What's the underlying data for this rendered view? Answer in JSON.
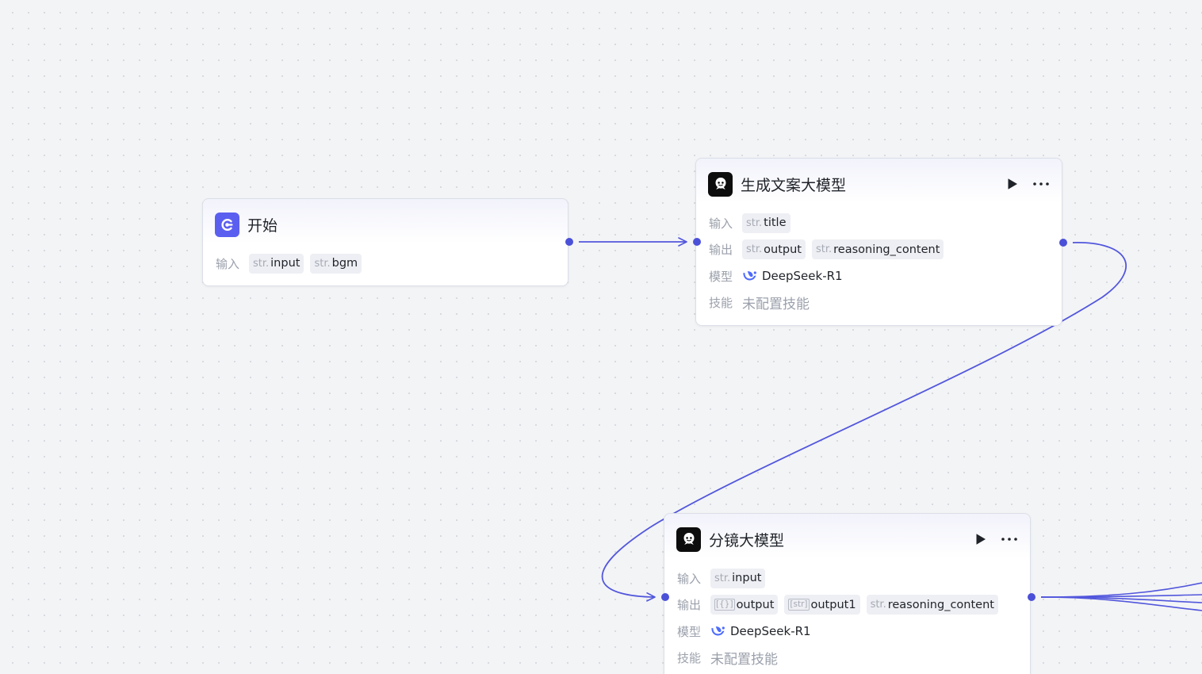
{
  "canvas": {
    "edge_color": "#5257dc",
    "port_color": "#4b50d8"
  },
  "nodes": {
    "start": {
      "title": "开始",
      "icon": "start-node-icon",
      "input_label": "输入",
      "inputs": [
        {
          "type": "str.",
          "name": "input"
        },
        {
          "type": "str.",
          "name": "bgm"
        }
      ]
    },
    "copywriting_llm": {
      "title": "生成文案大模型",
      "icon": "llm-node-icon",
      "run_icon": "play-icon",
      "more_icon": "more-icon",
      "input_label": "输入",
      "inputs": [
        {
          "type": "str.",
          "name": "title"
        }
      ],
      "output_label": "输出",
      "outputs": [
        {
          "type": "str.",
          "name": "output"
        },
        {
          "type": "str.",
          "name": "reasoning_content"
        }
      ],
      "model_label": "模型",
      "model_icon": "deepseek-logo-icon",
      "model": "DeepSeek-R1",
      "skills_label": "技能",
      "skills": "未配置技能"
    },
    "storyboard_llm": {
      "title": "分镜大模型",
      "icon": "llm-node-icon",
      "run_icon": "play-icon",
      "more_icon": "more-icon",
      "input_label": "输入",
      "inputs": [
        {
          "type": "str.",
          "name": "input"
        }
      ],
      "output_label": "输出",
      "outputs": [
        {
          "type": "[{}]",
          "name": "output"
        },
        {
          "type": "[str]",
          "name": "output1"
        },
        {
          "type": "str.",
          "name": "reasoning_content"
        }
      ],
      "model_label": "模型",
      "model_icon": "deepseek-logo-icon",
      "model": "DeepSeek-R1",
      "skills_label": "技能",
      "skills": "未配置技能"
    }
  }
}
